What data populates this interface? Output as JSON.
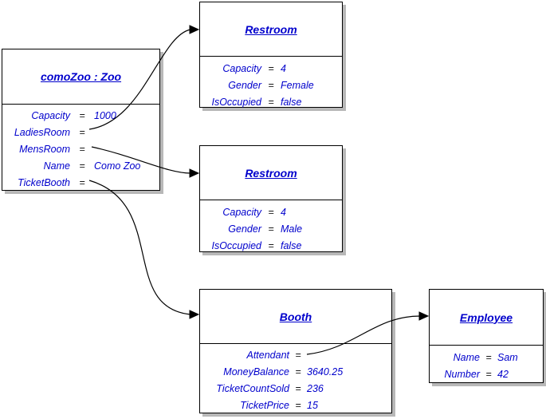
{
  "diagram": {
    "equals_sign": "=",
    "colors": {
      "background": "#ffffff",
      "text_blue": "#0000cc",
      "equals": "#1a1a1a",
      "border": "#000000",
      "shadow": "#b8b8b8",
      "connector": "#000000"
    },
    "objects": [
      {
        "title": "comoZoo : Zoo",
        "attributes": [
          {
            "name": "Capacity",
            "value": "1000"
          },
          {
            "name": "LadiesRoom",
            "value": ""
          },
          {
            "name": "MensRoom",
            "value": ""
          },
          {
            "name": "Name",
            "value": "Como Zoo"
          },
          {
            "name": "TicketBooth",
            "value": ""
          }
        ]
      },
      {
        "title": "Restroom",
        "attributes": [
          {
            "name": "Capacity",
            "value": "4"
          },
          {
            "name": "Gender",
            "value": "Female"
          },
          {
            "name": "IsOccupied",
            "value": "false"
          }
        ]
      },
      {
        "title": "Restroom",
        "attributes": [
          {
            "name": "Capacity",
            "value": "4"
          },
          {
            "name": "Gender",
            "value": "Male"
          },
          {
            "name": "IsOccupied",
            "value": "false"
          }
        ]
      },
      {
        "title": "Booth",
        "attributes": [
          {
            "name": "Attendant",
            "value": ""
          },
          {
            "name": "MoneyBalance",
            "value": "3640.25"
          },
          {
            "name": "TicketCountSold",
            "value": "236"
          },
          {
            "name": "TicketPrice",
            "value": "15"
          }
        ]
      },
      {
        "title": "Employee",
        "attributes": [
          {
            "name": "Name",
            "value": "Sam"
          },
          {
            "name": "Number",
            "value": "42"
          }
        ]
      }
    ],
    "connectors": [
      {
        "from": "comoZoo.LadiesRoom",
        "to": "Restroom (Female)"
      },
      {
        "from": "comoZoo.MensRoom",
        "to": "Restroom (Male)"
      },
      {
        "from": "comoZoo.TicketBooth",
        "to": "Booth"
      },
      {
        "from": "Booth.Attendant",
        "to": "Employee"
      }
    ]
  }
}
